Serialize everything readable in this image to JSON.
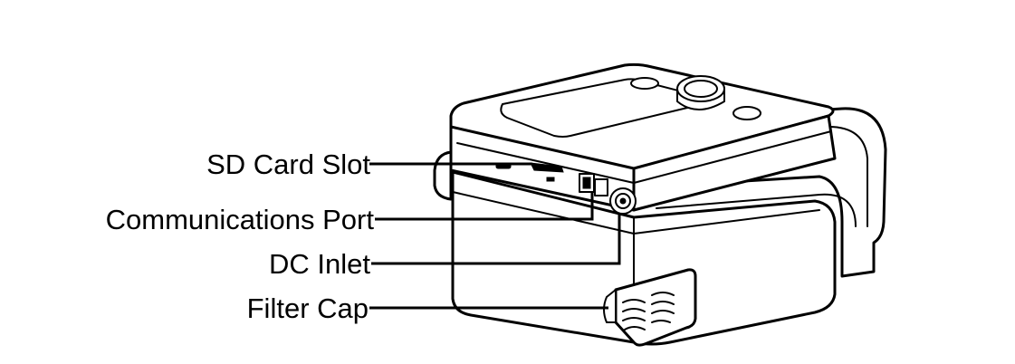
{
  "callouts": [
    {
      "id": "sd-card-slot",
      "label": "SD Card Slot"
    },
    {
      "id": "communications-port",
      "label": "Communications Port"
    },
    {
      "id": "dc-inlet",
      "label": "DC Inlet"
    },
    {
      "id": "filter-cap",
      "label": "Filter Cap"
    }
  ],
  "colors": {
    "ink": "#000000",
    "background": "#ffffff"
  }
}
